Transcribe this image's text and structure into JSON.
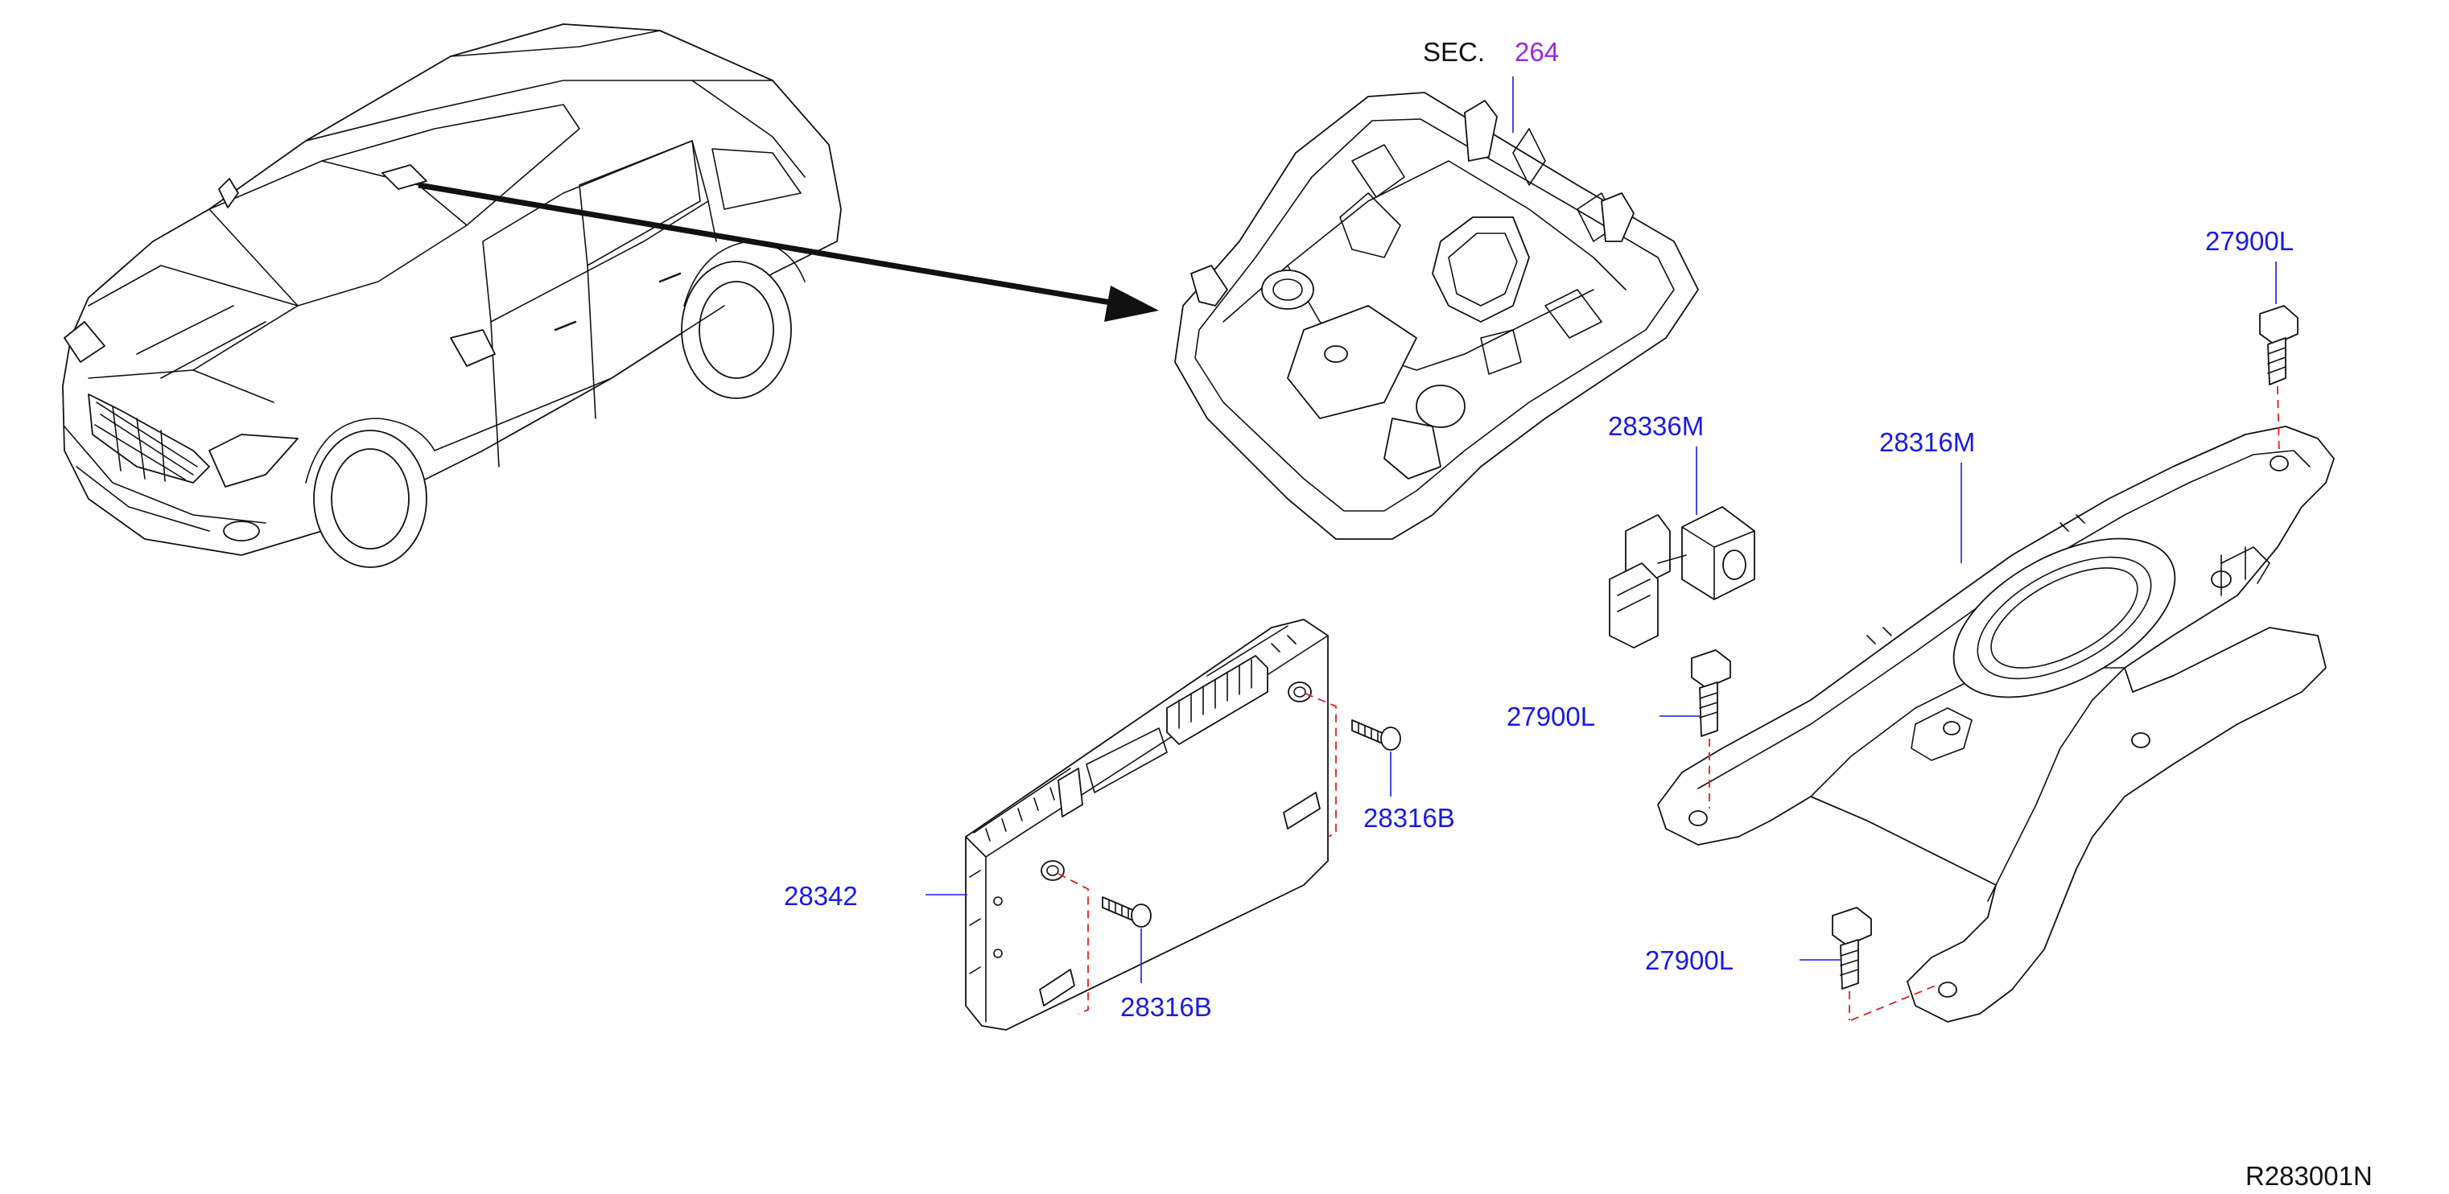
{
  "diagram": {
    "callouts": {
      "sec_prefix": "SEC.",
      "sec_number": "264",
      "bolt_top": "27900L",
      "bolt_mid": "27900L",
      "bolt_low": "27900L",
      "bracket": "28316M",
      "sensor": "28336M",
      "screw_upper": "28316B",
      "screw_lower": "28316B",
      "control_unit": "28342"
    },
    "diagram_code": "R283001N"
  },
  "colors": {
    "label_blue": "#1a1ae6",
    "section_purple": "#9a2bd8",
    "guide_red": "#e02020",
    "line_black": "#111111"
  }
}
